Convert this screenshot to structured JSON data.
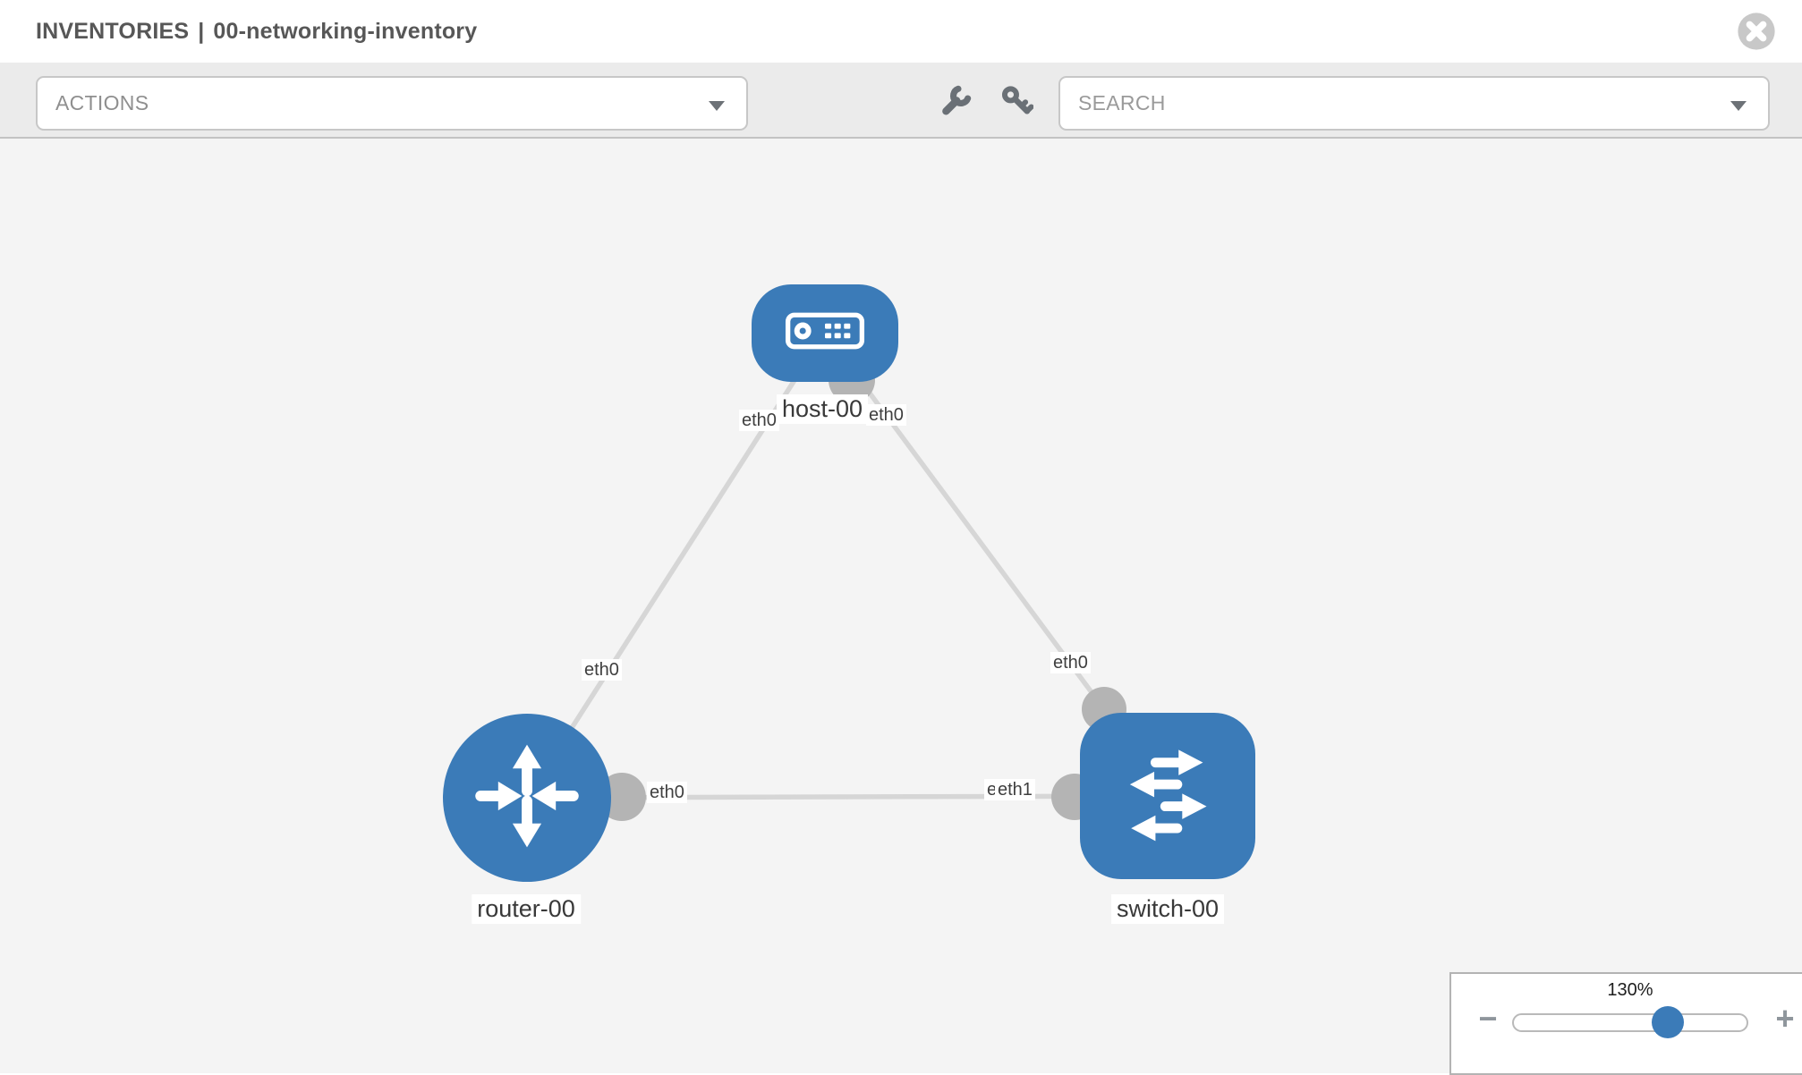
{
  "header": {
    "section": "INVENTORIES",
    "separator": "|",
    "inventory_name": "00-networking-inventory"
  },
  "toolbar": {
    "actions_label": "ACTIONS",
    "search_placeholder": "SEARCH",
    "icons": [
      {
        "name": "wrench-icon"
      },
      {
        "name": "key-icon"
      }
    ]
  },
  "topology": {
    "nodes": [
      {
        "id": "host-00",
        "type": "host",
        "label": "host-00",
        "icon": "server-icon"
      },
      {
        "id": "router-00",
        "type": "router",
        "label": "router-00",
        "icon": "router-arrows-icon"
      },
      {
        "id": "switch-00",
        "type": "switch",
        "label": "switch-00",
        "icon": "switch-arrows-icon"
      }
    ],
    "links": [
      {
        "from": "host-00",
        "to": "router-00",
        "from_interface": "eth0",
        "to_interface": "eth0"
      },
      {
        "from": "host-00",
        "to": "switch-00",
        "from_interface": "eth0",
        "to_interface": "eth0"
      },
      {
        "from": "router-00",
        "to": "switch-00",
        "from_interface": "eth0",
        "to_interface": "eth1",
        "to_interface_overlapped": "eth0"
      }
    ]
  },
  "zoom_control": {
    "level": "130%",
    "minus_label": "−",
    "plus_label": "+"
  },
  "colors": {
    "node_blue": "#3b7bb8",
    "link_gray": "#d6d6d6",
    "port_gray": "#b4b4b4",
    "canvas_bg": "#f4f4f4",
    "toolbar_bg": "#ebebeb",
    "close_gray": "#c8c8c8"
  }
}
